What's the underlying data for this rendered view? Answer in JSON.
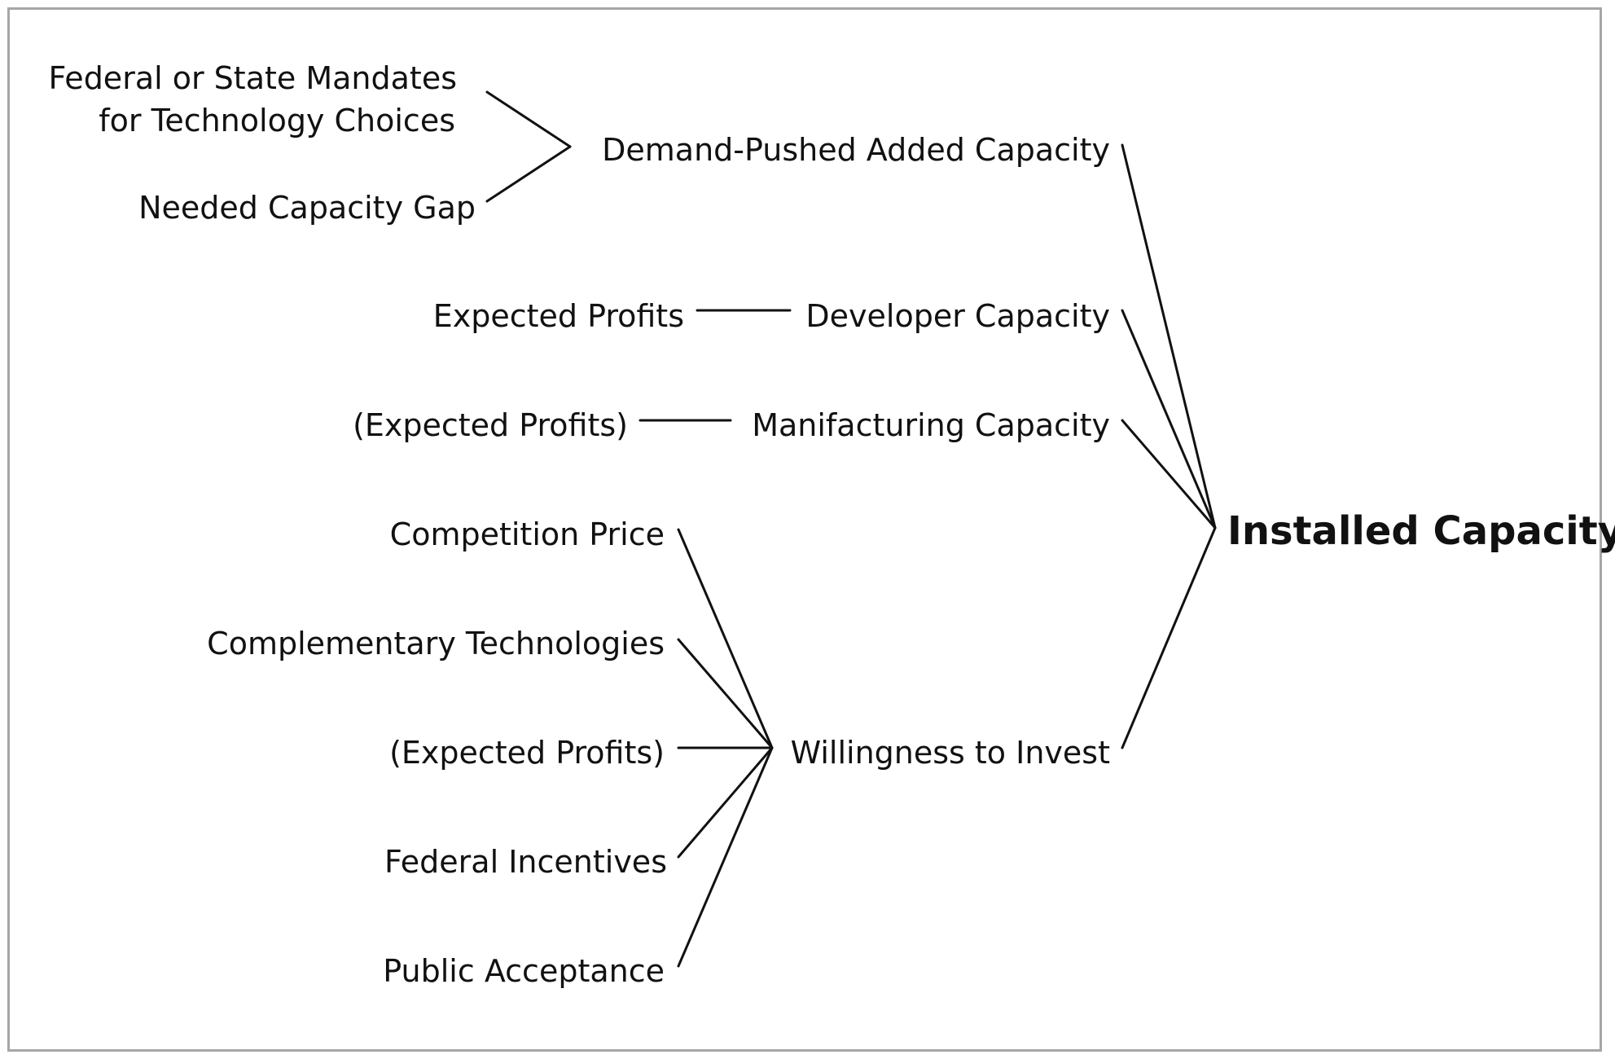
{
  "diagram": {
    "root": "Installed Capacity",
    "branches": [
      {
        "label": "Demand-Pushed Added Capacity",
        "causes": [
          "Federal or State Mandates for Technology Choices",
          "Needed Capacity Gap"
        ]
      },
      {
        "label": "Developer Capacity",
        "causes": [
          "Expected Profits"
        ]
      },
      {
        "label": "Manifacturing Capacity",
        "causes": [
          "(Expected Profits)"
        ]
      },
      {
        "label": "Willingness to Invest",
        "causes": [
          "Competition Price",
          "Complementary Technologies",
          "(Expected Profits)",
          "Federal Incentives",
          "Public Acceptance"
        ]
      }
    ]
  },
  "labels": {
    "root": "Installed Capacity",
    "demand_pushed": "Demand-Pushed Added Capacity",
    "developer_capacity": "Developer Capacity",
    "manufacturing_capacity": "Manifacturing Capacity",
    "willingness_to_invest": "Willingness to Invest",
    "mandates_line1": "Federal or State Mandates",
    "mandates_line2": "for Technology Choices",
    "needed_capacity_gap": "Needed Capacity Gap",
    "expected_profits": "Expected Profits",
    "expected_profits_paren_1": "(Expected Profits)",
    "competition_price": "Competition Price",
    "complementary_technologies": "Complementary Technologies",
    "expected_profits_paren_2": "(Expected Profits)",
    "federal_incentives": "Federal Incentives",
    "public_acceptance": "Public Acceptance"
  }
}
